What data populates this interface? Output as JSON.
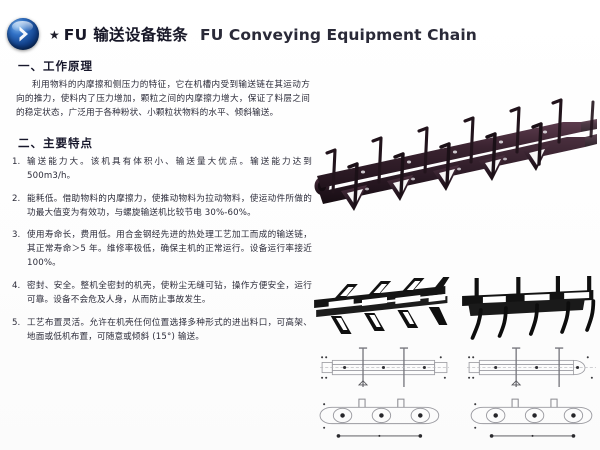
{
  "header": {
    "logo_icon": "blue-sphere-chevron-icon",
    "star": "★",
    "title_cn": "FU 输送设备链条",
    "title_en": "FU Conveying Equipment Chain"
  },
  "sections": [
    {
      "id": "working-principle",
      "heading": "一、工作原理",
      "body": "利用物料的内摩擦和侧压力的特征，它在机槽内受到输送链在其运动方向的推力，使料内了压力增加，颗粒之间的内摩擦力增大，保证了料层之间的稳定状态，广泛用于各种粉状、小颗粒状物料的水平、倾斜输送。"
    },
    {
      "id": "main-features",
      "heading": "二、主要特点",
      "items": [
        {
          "num": "1.",
          "text": "输送能力大。该机具有体积小、输送量大优点。输送能力达到 500m3/h。"
        },
        {
          "num": "2.",
          "text": "能耗低。借助物料的内摩擦力，使推动物料为拉动物料，使运动件所做的功最大值变为有效功，与螺旋输送机比较节电 30%-60%。"
        },
        {
          "num": "3.",
          "text": "使用寿命长，费用低。用合金钢经先进的热处理工艺加工而成的输送链，其正常寿命＞5 年。维修率极低，确保主机的正常运行。设备运行率接近 100%。"
        },
        {
          "num": "4.",
          "text": "密封、安全。整机全密封的机壳，使粉尘无缝可钻，操作方便安全，运行可靠。设备不会危及人身，从而防止事故发生。"
        },
        {
          "num": "5.",
          "text": "工艺布置灵活。允许在机壳任何位置选择多种形式的进出料口，可高架、地面或低机布置，可随意或倾斜 (15°) 输送。"
        }
      ]
    }
  ],
  "imagery": {
    "main_photo": {
      "name": "fu-conveyor-chain-photo",
      "description": "FU conveying equipment chain with scraper flights"
    },
    "photo_pair": [
      {
        "name": "chain-angled-flights-photo",
        "description": "chain with angled scraper flights"
      },
      {
        "name": "chain-curved-flights-photo",
        "description": "chain with curved hook flights"
      }
    ],
    "drawings": [
      {
        "name": "chain-link-top-view-drawing-1",
        "description": "top view technical drawing of chain link"
      },
      {
        "name": "chain-link-top-view-drawing-2",
        "description": "top view technical drawing of chain link variant"
      },
      {
        "name": "chain-link-side-view-drawing-1",
        "description": "side view technical drawing of chain link"
      },
      {
        "name": "chain-link-side-view-drawing-2",
        "description": "side view technical drawing of chain link variant"
      }
    ]
  },
  "colors": {
    "background": "#ffffff",
    "heading_text": "#17172b",
    "body_text": "#2c2c3a",
    "logo_blue": "#113f87",
    "chain_dark": "#33202c",
    "drawing_line": "#8a8a90"
  }
}
